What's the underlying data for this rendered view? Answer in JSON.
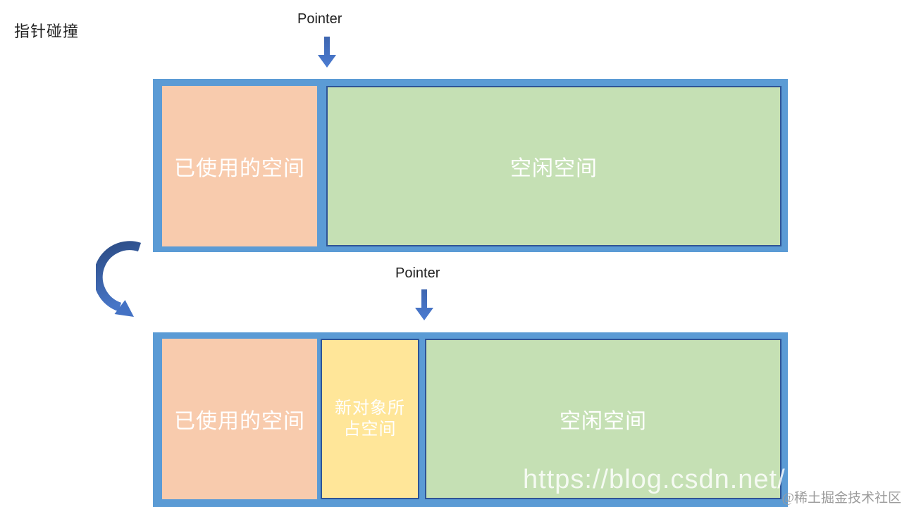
{
  "title": "指针碰撞",
  "colors": {
    "container_blue": "#5B9BD5",
    "segment_border": "#2F5496",
    "used_fill": "#F8CBAD",
    "free_fill": "#C5E0B4",
    "new_fill": "#FFE699",
    "arrow_blue": "#4472C4",
    "arrow_dark": "#2C4C85",
    "text_dark": "#1F1F1F",
    "label_white": "#FFFFFF",
    "watermark_gray": "#9C9C9C"
  },
  "diagram": {
    "pointer_top": {
      "label": "Pointer"
    },
    "pointer_bottom": {
      "label": "Pointer"
    },
    "bar_before": {
      "segments": [
        {
          "label": "已使用的空间",
          "type": "used"
        },
        {
          "label": "空闲空间",
          "type": "free"
        }
      ]
    },
    "bar_after": {
      "segments": [
        {
          "label": "已使用的空间",
          "type": "used"
        },
        {
          "label": "新对象所占空间",
          "type": "new-object"
        },
        {
          "label": "空闲空间",
          "type": "free"
        }
      ]
    }
  },
  "watermarks": {
    "csdn_url": "https://blog.csdn.net/",
    "juejin": "@稀土掘金技术社区"
  }
}
